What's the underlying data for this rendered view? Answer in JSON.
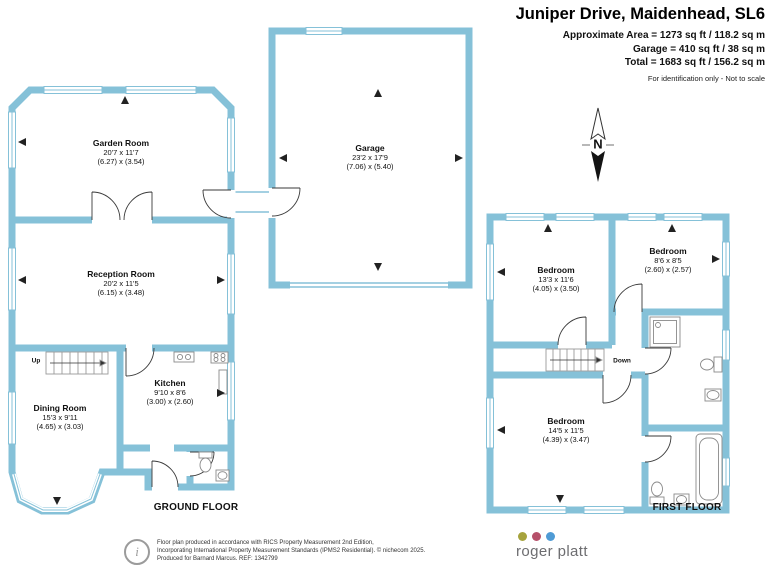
{
  "header": {
    "title": "Juniper Drive, Maidenhead, SL6",
    "area_lines": [
      "Approximate Area = 1273 sq ft / 118.2 sq m",
      "Garage = 410 sq ft / 38 sq m",
      "Total = 1683 sq ft / 156.2 sq m"
    ],
    "note": "For identification only - Not to scale"
  },
  "compass": {
    "north_label": "N"
  },
  "garage": {
    "name": "Garage",
    "dims_ft": "23'2 x 17'9",
    "dims_m": "(7.06) x (5.40)"
  },
  "ground_floor": {
    "label": "GROUND FLOOR",
    "stairs_label": "Up",
    "rooms": [
      {
        "name": "Garden Room",
        "dims_ft": "20'7 x 11'7",
        "dims_m": "(6.27) x (3.54)"
      },
      {
        "name": "Reception Room",
        "dims_ft": "20'2 x 11'5",
        "dims_m": "(6.15) x (3.48)"
      },
      {
        "name": "Kitchen",
        "dims_ft": "9'10 x 8'6",
        "dims_m": "(3.00) x (2.60)"
      },
      {
        "name": "Dining Room",
        "dims_ft": "15'3 x 9'11",
        "dims_m": "(4.65) x (3.03)"
      }
    ]
  },
  "first_floor": {
    "label": "FIRST FLOOR",
    "stairs_label": "Down",
    "rooms": [
      {
        "name": "Bedroom",
        "dims_ft": "13'3 x 11'6",
        "dims_m": "(4.05) x (3.50)"
      },
      {
        "name": "Bedroom",
        "dims_ft": "8'6 x 8'5",
        "dims_m": "(2.60) x (2.57)"
      },
      {
        "name": "Bedroom",
        "dims_ft": "14'5 x 11'5",
        "dims_m": "(4.39) x (3.47)"
      }
    ]
  },
  "footer": {
    "info_icon_glyph": "i",
    "disclaimer_lines": [
      "Floor plan produced in accordance with RICS Property Measurement 2nd Edition,",
      "Incorporating International Property Measurement Standards (IPMS2 Residential). © nichecom 2025.",
      "Produced for Barnard Marcus.  REF:  1342799"
    ],
    "brand": "roger platt"
  },
  "colors": {
    "wall": "#85c1d8",
    "dot_olive": "#a6a33d",
    "dot_rose": "#b6506a",
    "dot_blue": "#4f9bd5",
    "brand_text": "#6d6d70"
  }
}
